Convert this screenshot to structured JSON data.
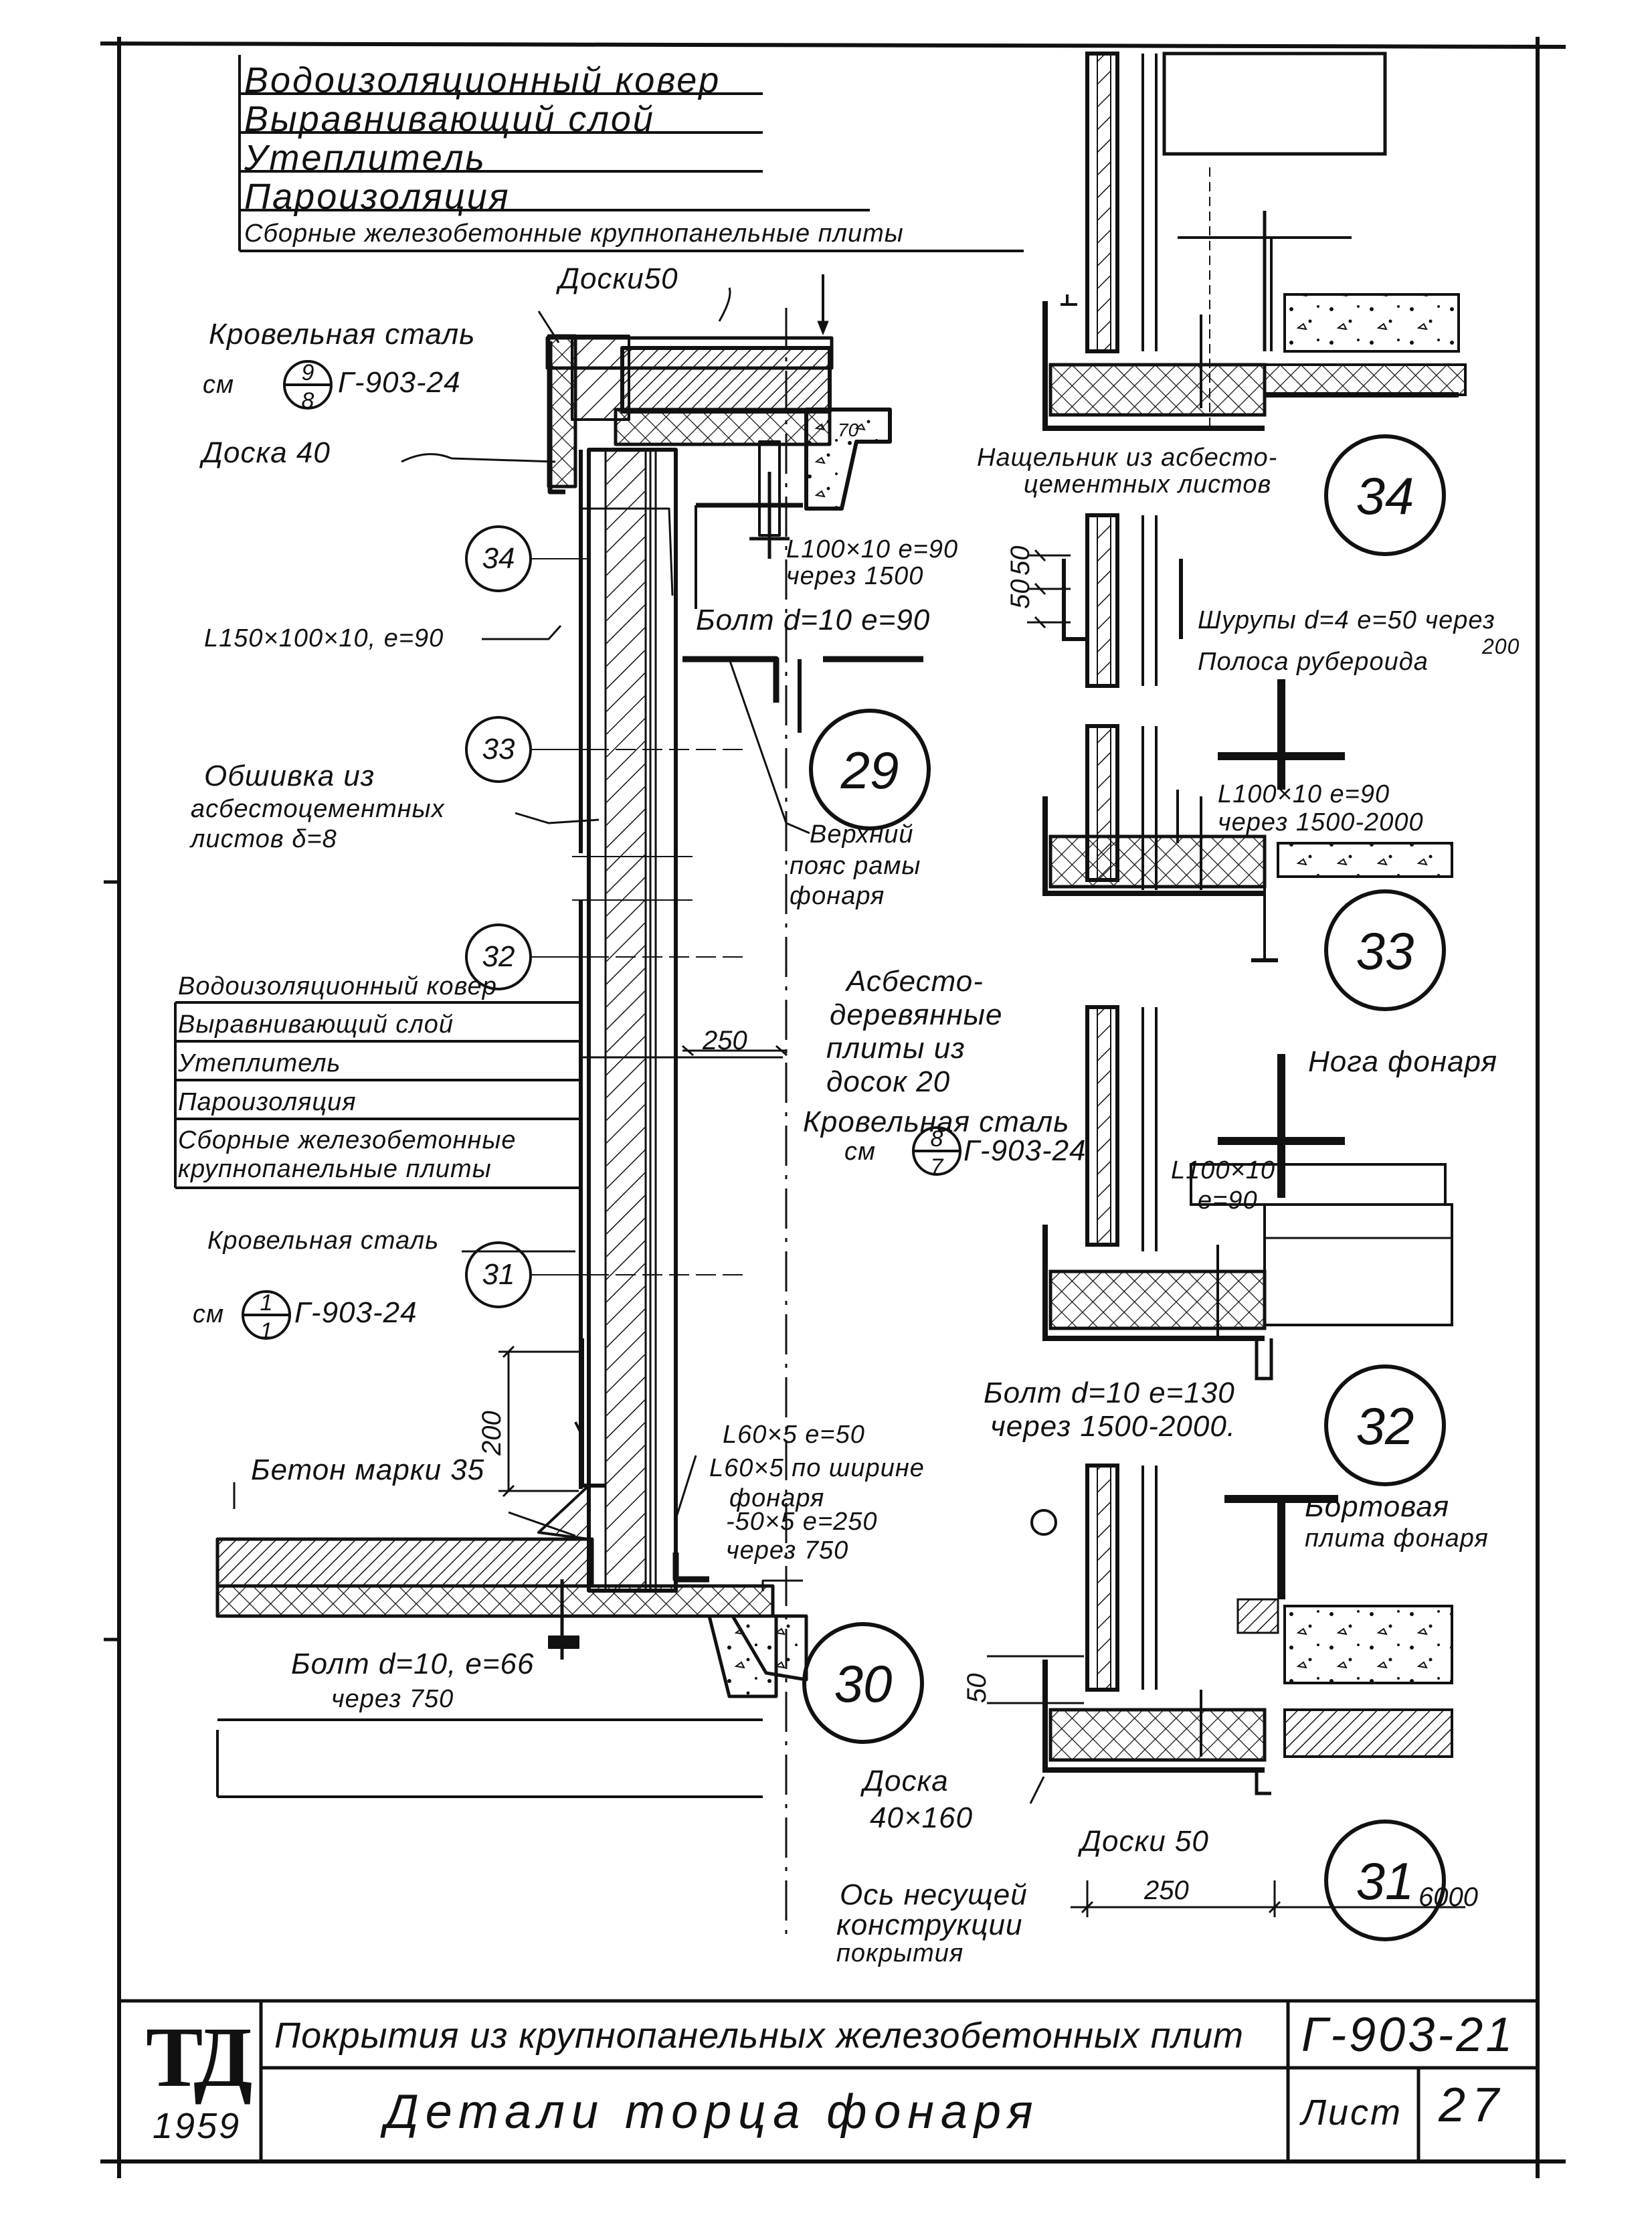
{
  "layers_top": [
    "Водоизоляционный ковер",
    "Выравнивающий слой",
    "Утеплитель",
    "Пароизоляция",
    "Сборные железобетонные крупнопанельные плиты"
  ],
  "layers_bottom": [
    "Водоизоляционный ковер",
    "Выравнивающий слой",
    "Утеплитель",
    "Пароизоляция",
    "Сборные железобетонные",
    "крупнопанельные плиты"
  ],
  "notes": {
    "doski50_top": "Доски50",
    "roof_steel_top": "Кровельная сталь",
    "see": "см",
    "ref_top": "Г-903-24",
    "doska40": "Доска 40",
    "angle_150": "L150×100×10, e=90",
    "angle_100_1500": "L100×10 e=90",
    "through_1500": "через 1500",
    "bolt_10_90": "Болт d=10 e=90",
    "cladding_1": "Обшивка из",
    "cladding_2": "асбестоцементных",
    "cladding_3": "листов δ=8",
    "upper_chord_1": "Верхний",
    "upper_chord_2": "пояс рамы",
    "upper_chord_3": "фонаря",
    "roof_steel_bottom": "Кровельная сталь",
    "ref_bottom": "Г-903-24",
    "concrete_grade": "Бетон марки 35",
    "angle_60_50": "L60×5 e=50",
    "angle_60_width_1": "L60×5 по ширине",
    "angle_60_width_2": "фонаря",
    "plate_50_1": "-50×5 e=250",
    "plate_50_2": "через 750",
    "bolt_66_1": "Болт d=10, e=66",
    "bolt_66_2": "через 750",
    "flashing_1": "Нащельник из асбесто-",
    "flashing_2": "цементных листов",
    "screws_1": "Шурупы d=4 e=50 через",
    "screws_2": "200",
    "felt_strip": "Полоса рубероида",
    "angle_1500_2000_1": "L100×10 e=90",
    "angle_1500_2000_2": "через 1500-2000",
    "asbestos_1": "Асбесто-",
    "asbestos_2": "деревянные",
    "asbestos_3": "плиты из",
    "asbestos_4": "досок 20",
    "roof_steel_mid": "Кровельная сталь",
    "ref_mid": "Г-903-24",
    "leg": "Нога фонаря",
    "angle_100_90_1": "L100×10",
    "angle_100_90_2": "e=90",
    "bolt_130_1": "Болт d=10 e=130",
    "bolt_130_2": "через 1500-2000.",
    "side_plate_1": "Бортовая",
    "side_plate_2": "плита фонаря",
    "board_40_1": "Доска",
    "board_40_2": "40×160",
    "doski50_bottom": "Доски 50",
    "axis_1": "Ось несущей",
    "axis_2": "конструкции",
    "axis_3": "покрытия"
  },
  "fractions": {
    "top_num": "9",
    "top_den": "8",
    "mid_num": "8",
    "mid_den": "7",
    "bottom_num": "1",
    "bottom_den": "1"
  },
  "dims": {
    "d250_main": "250",
    "d200": "200",
    "d50_a": "50",
    "d50_b": "50",
    "d50_c": "50",
    "d250_bottom": "250",
    "d6000": "6000"
  },
  "bubbles": {
    "b34_small": "34",
    "b33_small": "33",
    "b32_small": "32",
    "b31_small": "31",
    "b29": "29",
    "b30": "30",
    "b34": "34",
    "b33": "33",
    "b32": "32",
    "b31": "31"
  },
  "title_block": {
    "logo": "ТД",
    "year": "1959",
    "subject": "Покрытия из крупнопанельных железобетонных плит",
    "title": "Детали торца фонаря",
    "code": "Г-903-21",
    "sheet_label": "Лист",
    "sheet_no": "27"
  }
}
